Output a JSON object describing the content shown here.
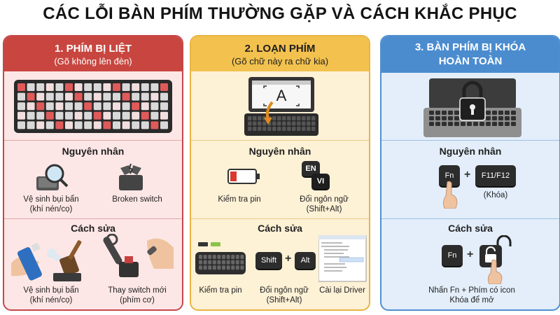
{
  "title": "CÁC LỖI BÀN PHÍM THƯỜNG GẶP VÀ CÁCH KHẮC PHỤC",
  "panels": [
    {
      "heading": "1. PHÍM BỊ LIỆT",
      "subheading": "(Gõ không lên đèn)",
      "cause_title": "Nguyên nhân",
      "causes": [
        {
          "line1": "Vệ sinh bụi bẩn",
          "line2": "(khí nén/cọ)"
        },
        {
          "line1": "Broken switch",
          "line2": ""
        }
      ],
      "fix_title": "Cách sửa",
      "fixes": [
        {
          "line1": "Vệ sinh bụi bẩn",
          "line2": "(khí nén/cọ)"
        },
        {
          "line1": "Thay switch mới",
          "line2": "(phím cơ)"
        }
      ],
      "accent": "#c8463f"
    },
    {
      "heading": "2. LOẠN PHÍM",
      "subheading": "(Gõ chữ này ra chữ kia)",
      "screen_letter": "A",
      "cause_title": "Nguyên nhân",
      "causes": [
        {
          "line1": "Kiểm tra pin",
          "line2": ""
        },
        {
          "line1": "Đổi ngôn ngữ",
          "line2": "(Shift+Alt)"
        }
      ],
      "lang_keys": [
        "EN",
        "VI"
      ],
      "fix_title": "Cách sửa",
      "fixes": [
        {
          "line1": "Kiểm tra pin",
          "line2": ""
        },
        {
          "line1": "Đổi ngôn ngữ",
          "line2": "(Shift+Alt)"
        },
        {
          "line1": "Cài lại Driver",
          "line2": ""
        }
      ],
      "fix_keys": [
        "Shift",
        "Alt"
      ],
      "accent": "#f2c14e"
    },
    {
      "heading": "3. BÀN PHÍM BỊ KHÓA",
      "subheading": "HOÀN TOÀN",
      "cause_title": "Nguyên nhân",
      "cause_keys": [
        "Fn",
        "F11/F12"
      ],
      "cause_caption": "(Khóa)",
      "fix_title": "Cách sửa",
      "fix_keys": [
        "Fn"
      ],
      "fix_caption_line1": "Nhấn Fn + Phím có icon",
      "fix_caption_line2": "Khóa để mở",
      "accent": "#4b8ccf"
    }
  ]
}
